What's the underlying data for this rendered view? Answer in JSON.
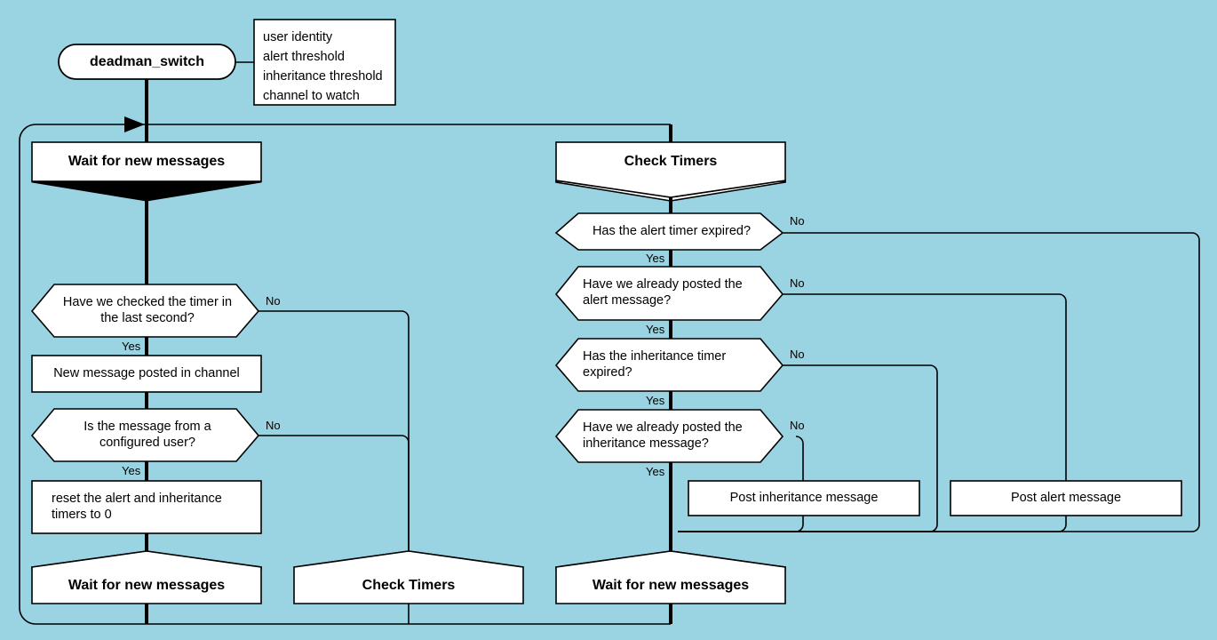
{
  "diagram": {
    "type": "flowchart",
    "title": "deadman_switch",
    "background_color": "#9ad4e2",
    "shape_fill": "#ffffff",
    "stroke_color": "#000000"
  },
  "start": {
    "label": "deadman_switch",
    "shape": "stadium"
  },
  "note": {
    "lines": "user identity\nalert threshold\ninheritance threshold\nchannel to watch",
    "shape": "rectangle"
  },
  "nodes": {
    "wait_top": {
      "label": "Wait for new messages",
      "shape": "banner"
    },
    "check_top": {
      "label": "Check Timers",
      "shape": "banner"
    },
    "dec_checked_timer": {
      "label": "Have we checked the timer in\nthe last second?",
      "shape": "hexagon"
    },
    "proc_new_message": {
      "label": "New message posted in channel",
      "shape": "rectangle"
    },
    "dec_configured_user": {
      "label": "Is the message from a\nconfigured user?",
      "shape": "hexagon"
    },
    "proc_reset_timers": {
      "label": "reset the alert and inheritance\ntimers to 0",
      "shape": "rectangle"
    },
    "wait_bottom_left": {
      "label": "Wait for new messages",
      "shape": "banner-inverted"
    },
    "check_bottom_mid": {
      "label": "Check Timers",
      "shape": "banner-inverted"
    },
    "dec_alert_expired": {
      "label": "Has the alert timer expired?",
      "shape": "hexagon"
    },
    "dec_posted_alert": {
      "label": "Have we already posted the\nalert message?",
      "shape": "hexagon"
    },
    "dec_inherit_expired": {
      "label": "Has the inheritance timer\nexpired?",
      "shape": "hexagon"
    },
    "dec_posted_inherit": {
      "label": "Have we already posted the\ninheritance message?",
      "shape": "hexagon"
    },
    "proc_post_inherit": {
      "label": "Post inheritance message",
      "shape": "rectangle"
    },
    "proc_post_alert": {
      "label": "Post alert message",
      "shape": "rectangle"
    },
    "wait_bottom_right": {
      "label": "Wait for new messages",
      "shape": "banner-inverted"
    }
  },
  "edge_labels": {
    "checked_timer_no": "No",
    "checked_timer_yes": "Yes",
    "configured_user_no": "No",
    "configured_user_yes": "Yes",
    "alert_expired_no": "No",
    "alert_expired_yes": "Yes",
    "posted_alert_no": "No",
    "posted_alert_yes": "Yes",
    "inherit_expired_no": "No",
    "inherit_expired_yes": "Yes",
    "posted_inherit_no": "No",
    "posted_inherit_yes": "Yes"
  }
}
